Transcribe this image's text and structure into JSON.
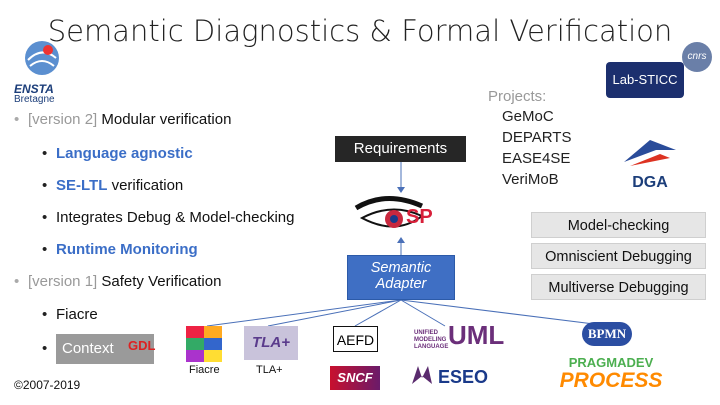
{
  "title": "Semantic Diagnostics & Formal Verification",
  "logos": {
    "ensta_line1": "ENSTA",
    "ensta_line2": "Bretagne",
    "cnrs": "cnrs",
    "labsticc": "Lab-STICC",
    "dga": "DGA",
    "osp": "SP",
    "tla": "TLA+",
    "sncf": "SNCF",
    "eseo": "ESEO",
    "bpmn": "BPMN",
    "pragmadev1": "PRAGMADEV",
    "pragmadev2": "PROCESS",
    "uml_tag": "UNIFIED MODELING LANGUAGE",
    "uml": "UML",
    "gdl": "GDL",
    "fiacre_logo": "FIACRE"
  },
  "bullets": {
    "v2_prefix": "[version 2]",
    "v2_text": "Modular verification",
    "lang_agnostic": "Language agnostic",
    "seltl": "SE-LTL",
    "seltl_rest": "verification",
    "integrates": "Integrates Debug & Model-checking",
    "runtime": "Runtime Monitoring",
    "v1_prefix": "[version 1]",
    "v1_text": "Safety Verification",
    "fiacre": "Fiacre",
    "context": "Context"
  },
  "projects": {
    "heading": "Projects:",
    "items": [
      "GeMoC",
      "DEPARTS",
      "EASE4SE",
      "VeriMoB"
    ]
  },
  "diagram": {
    "requirements": "Requirements",
    "adapter_line1": "Semantic",
    "adapter_line2": "Adapter",
    "aefd": "AEFD",
    "fiacre_label": "Fiacre",
    "tla_label": "TLA+"
  },
  "features": [
    "Model-checking",
    "Omniscient Debugging",
    "Multiverse Debugging"
  ],
  "copyright": "©2007-2019"
}
